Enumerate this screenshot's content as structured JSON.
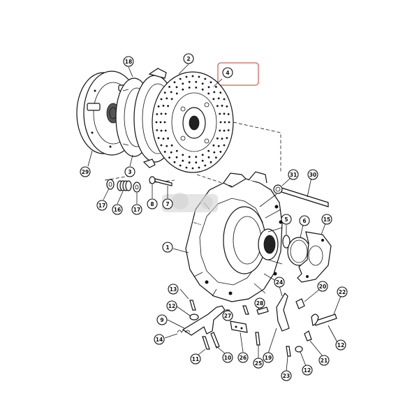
{
  "diagram": {
    "callouts": [
      {
        "id": "c4",
        "label": "4"
      },
      {
        "id": "c18",
        "label": "18"
      },
      {
        "id": "c2",
        "label": "2"
      },
      {
        "id": "c29",
        "label": "29"
      },
      {
        "id": "c3",
        "label": "3"
      },
      {
        "id": "c17a",
        "label": "17"
      },
      {
        "id": "c16",
        "label": "16"
      },
      {
        "id": "c17b",
        "label": "17"
      },
      {
        "id": "c8",
        "label": "8"
      },
      {
        "id": "c7",
        "label": "7"
      },
      {
        "id": "c31",
        "label": "31"
      },
      {
        "id": "c30",
        "label": "30"
      },
      {
        "id": "c5",
        "label": "5"
      },
      {
        "id": "c6",
        "label": "6"
      },
      {
        "id": "c15",
        "label": "15"
      },
      {
        "id": "c1",
        "label": "1"
      },
      {
        "id": "c13",
        "label": "13"
      },
      {
        "id": "c24",
        "label": "24"
      },
      {
        "id": "c20",
        "label": "20"
      },
      {
        "id": "c22",
        "label": "22"
      },
      {
        "id": "c12a",
        "label": "12"
      },
      {
        "id": "c28",
        "label": "28"
      },
      {
        "id": "c27",
        "label": "27"
      },
      {
        "id": "c9",
        "label": "9"
      },
      {
        "id": "c14",
        "label": "14"
      },
      {
        "id": "c11",
        "label": "11"
      },
      {
        "id": "c10",
        "label": "10"
      },
      {
        "id": "c26",
        "label": "26"
      },
      {
        "id": "c25",
        "label": "25"
      },
      {
        "id": "c19",
        "label": "19"
      },
      {
        "id": "c21",
        "label": "21"
      },
      {
        "id": "c12b",
        "label": "12"
      },
      {
        "id": "c12c",
        "label": "12"
      },
      {
        "id": "c23",
        "label": "23"
      }
    ],
    "highlight_color": "#c0392b",
    "watermark": {
      "text": "traktor-part",
      "icon": "tractor-logo-icon"
    }
  }
}
